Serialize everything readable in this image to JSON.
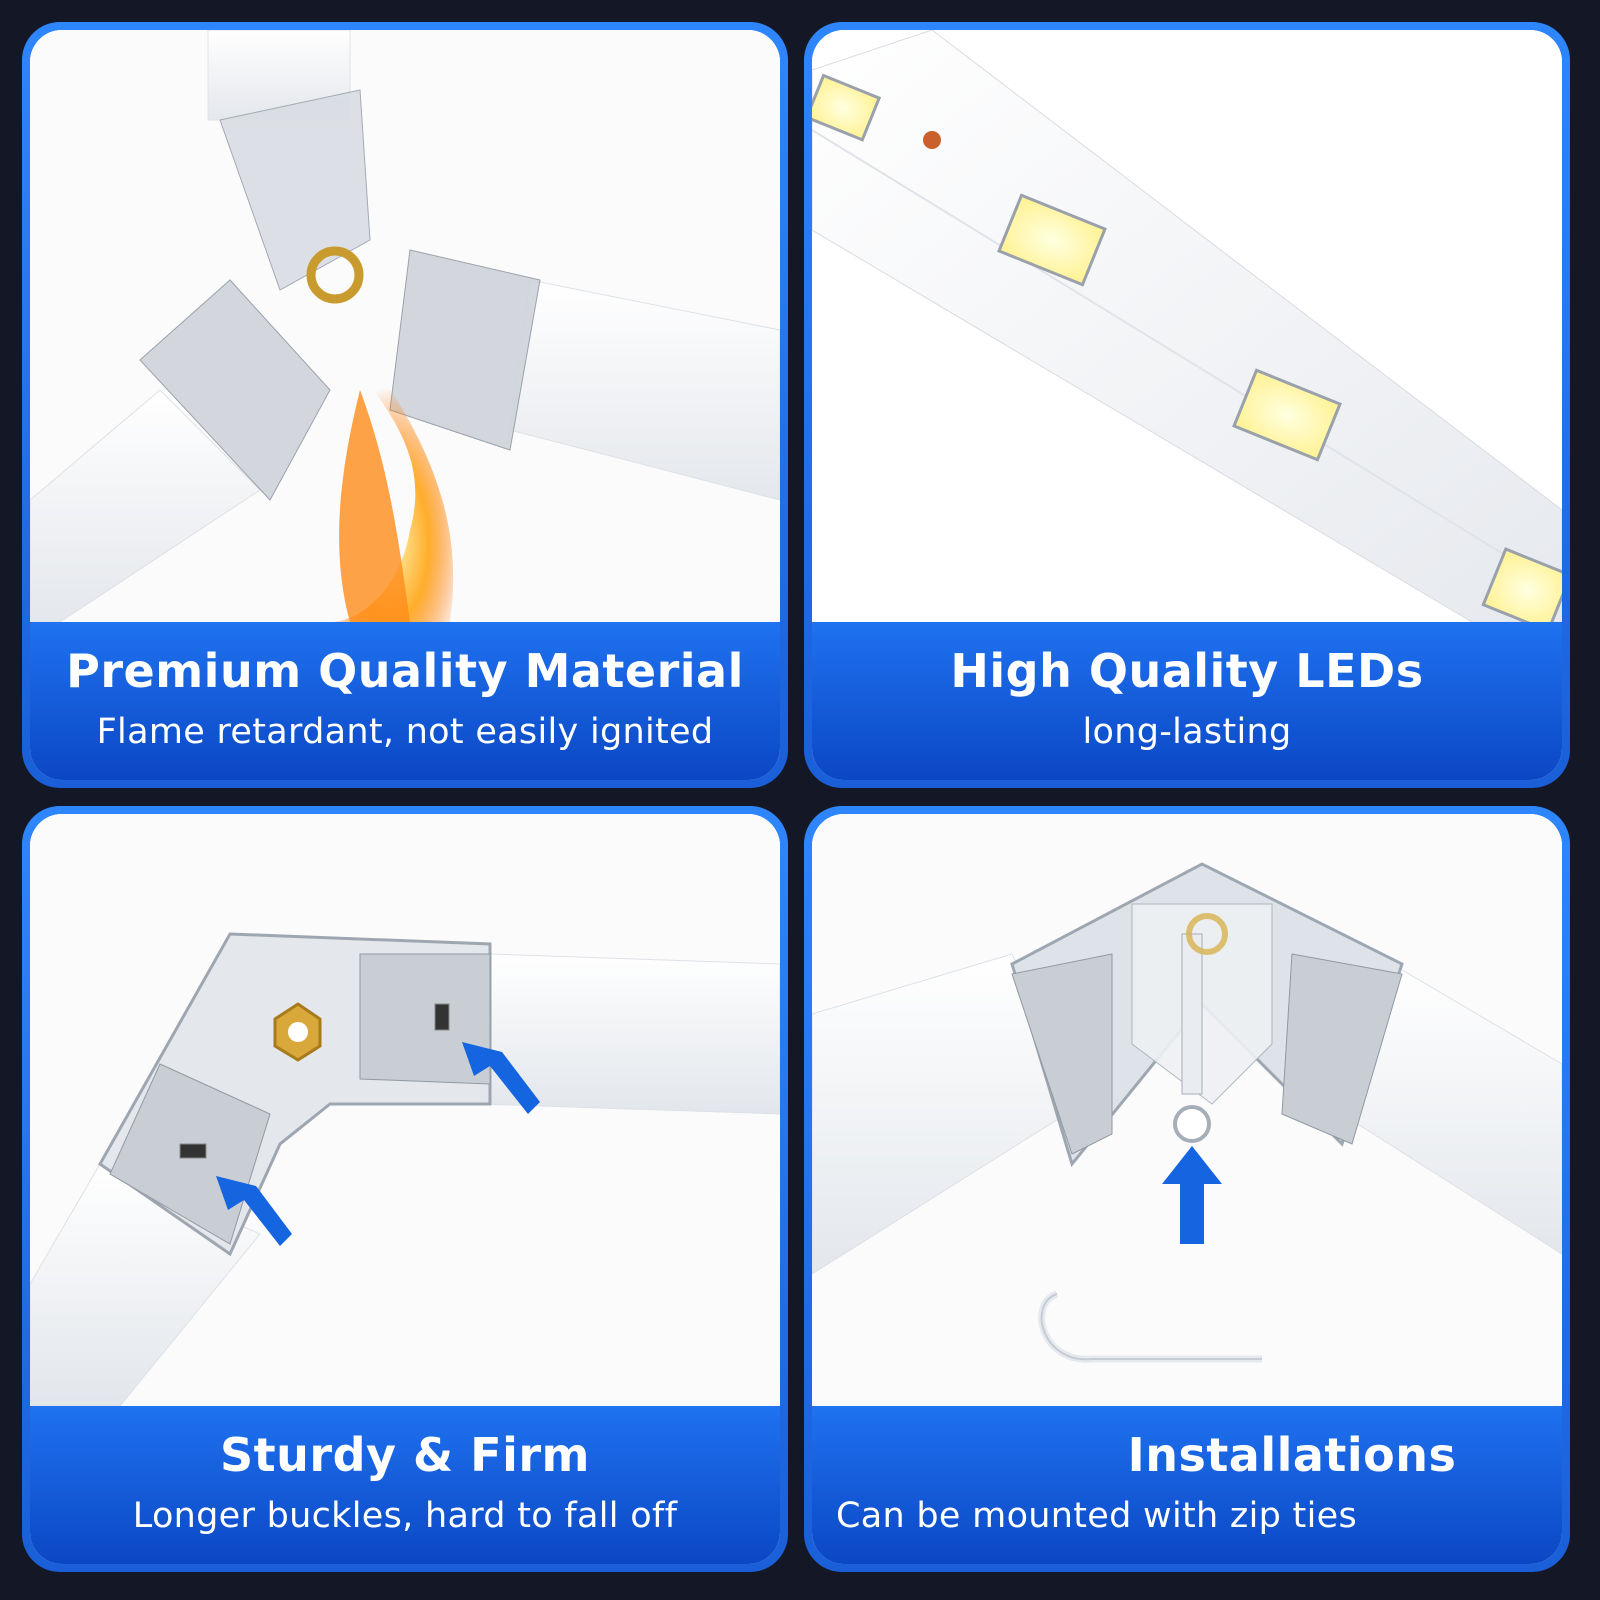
{
  "panels": [
    {
      "title": "Premium Quality Material",
      "subtitle": "Flame retardant, not easily ignited",
      "image": "three-way-connector-with-flame"
    },
    {
      "title": "High Quality LEDs",
      "subtitle": "long-lasting",
      "image": "led-strip-closeup"
    },
    {
      "title": "Sturdy & Firm",
      "subtitle": "Longer buckles, hard to fall off",
      "image": "corner-connector-with-arrows"
    },
    {
      "title": "Installations",
      "subtitle": "Can be mounted with zip ties",
      "image": "corner-connector-with-zip-tie"
    }
  ],
  "colors": {
    "background": "#141826",
    "panel_border": "#2e86ff",
    "caption_blue": "#1f72f0",
    "arrow_blue": "#1565e0"
  }
}
